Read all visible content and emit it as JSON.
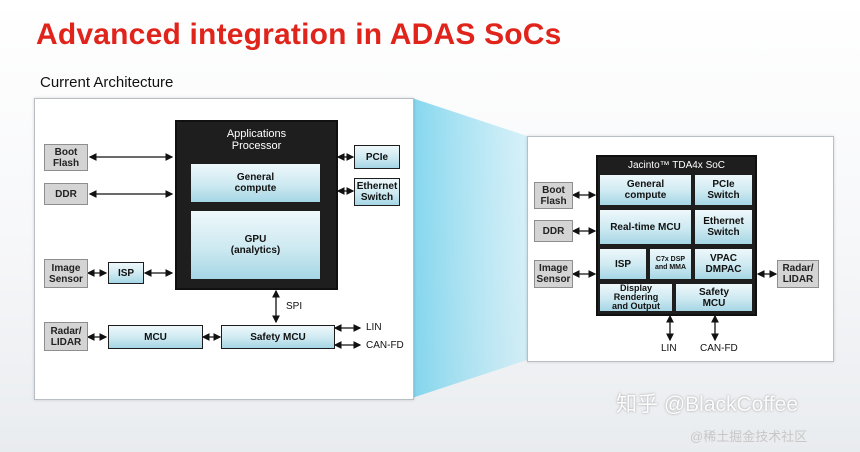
{
  "title": "Advanced integration in ADAS SoCs",
  "subtitle": "Current Architecture",
  "left": {
    "boot_flash": "Boot\nFlash",
    "ddr": "DDR",
    "image_sensor": "Image\nSensor",
    "isp": "ISP",
    "radar_lidar": "Radar/\nLIDAR",
    "mcu": "MCU",
    "safety_mcu": "Safety MCU",
    "app_processor_title": "Applications\nProcessor",
    "general_compute": "General\ncompute",
    "gpu": "GPU\n(analytics)",
    "pcie": "PCIe",
    "ethernet_switch": "Ethernet\nSwitch",
    "spi": "SPI",
    "lin": "LIN",
    "can_fd": "CAN-FD"
  },
  "right": {
    "boot_flash": "Boot\nFlash",
    "ddr": "DDR",
    "image_sensor": "Image\nSensor",
    "radar_lidar": "Radar/\nLIDAR",
    "soc_title": "Jacinto™ TDA4x SoC",
    "general_compute": "General\ncompute",
    "pcie_switch": "PCIe\nSwitch",
    "realtime_mcu": "Real-time MCU",
    "ethernet_switch": "Ethernet\nSwitch",
    "isp": "ISP",
    "c7x": "C7x DSP\nand MMA",
    "vpac": "VPAC\nDMPAC",
    "display": "Display\nRendering\nand Output",
    "safety_mcu": "Safety\nMCU",
    "lin": "LIN",
    "can_fd": "CAN-FD"
  },
  "watermark": {
    "zhihu": "知乎 @BlackCoffee",
    "juejin": "@稀土掘金技术社区"
  },
  "colors": {
    "title_red": "#e0241b",
    "chip_dark": "#1e1e1e",
    "block_teal": "#a5d6e5",
    "block_gray": "#d4d4d4",
    "connector_cyan": "#aee3f2"
  }
}
